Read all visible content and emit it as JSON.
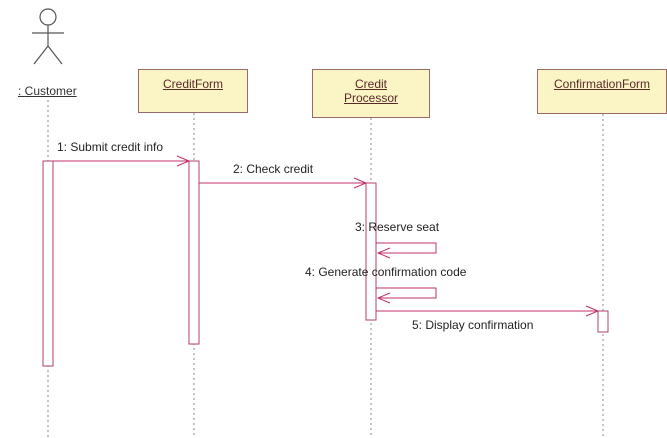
{
  "actor": {
    "name": "Customer",
    "prefix": ": "
  },
  "objects": [
    {
      "id": "creditform",
      "lines": [
        "CreditForm"
      ]
    },
    {
      "id": "creditprocessor",
      "lines": [
        "Credit",
        "Processor"
      ]
    },
    {
      "id": "confirmationform",
      "lines": [
        "ConfirmationForm"
      ]
    }
  ],
  "messages": [
    {
      "label": "1: Submit credit info",
      "from": "Customer",
      "to": "CreditForm"
    },
    {
      "label": "2: Check credit",
      "from": "CreditForm",
      "to": "Credit Processor"
    },
    {
      "label": "3: Reserve seat",
      "from": "Credit Processor",
      "to": "Credit Processor"
    },
    {
      "label": "4: Generate confirmation code",
      "from": "Credit Processor",
      "to": "Credit Processor"
    },
    {
      "label": "5: Display confirmation",
      "from": "Credit Processor",
      "to": "ConfirmationForm"
    }
  ],
  "colors": {
    "message": "#c0306a",
    "lifeline": "#888888",
    "activation_border": "#b04070",
    "object_fill": "#fbf4c4",
    "object_border": "#9a6a6a"
  }
}
